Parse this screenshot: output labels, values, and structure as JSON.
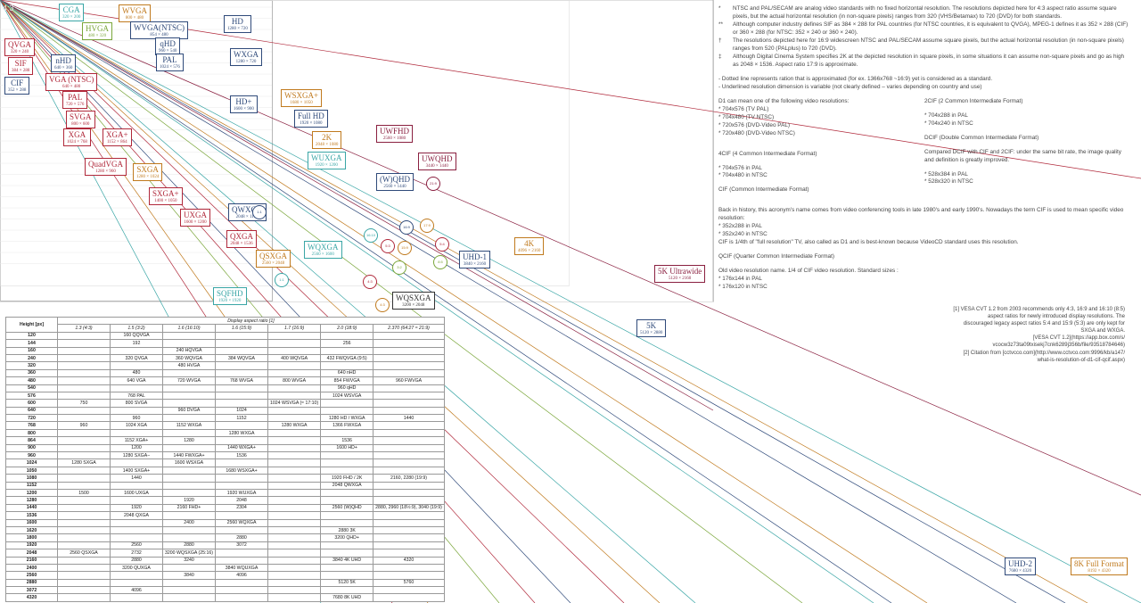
{
  "watermark": "4:3",
  "boxes": [
    {
      "name": "CGA",
      "res": "320 × 200",
      "color": "#3aa6a6"
    },
    {
      "name": "WVGA",
      "res": "800 × 480",
      "color": "#c07a1e"
    },
    {
      "name": "HVGA",
      "res": "480 × 320",
      "color": "#7aa63a"
    },
    {
      "name": "WVGA(NTSC)",
      "res": "854 × 480",
      "color": "#2f4a7a"
    },
    {
      "name": "HD",
      "res": "1280 × 720",
      "color": "#2f4a7a"
    },
    {
      "name": "QVGA",
      "res": "320 × 240",
      "color": "#b0283a"
    },
    {
      "name": "qHD",
      "res": "960 × 540",
      "color": "#2f4a7a"
    },
    {
      "name": "PAL",
      "res": "1024 × 576",
      "color": "#2f4a7a"
    },
    {
      "name": "WXGA",
      "res": "1280 × 720",
      "color": "#2f4a7a"
    },
    {
      "name": "SIF",
      "res": "384 × 288",
      "color": "#b0283a"
    },
    {
      "name": "nHD",
      "res": "640 × 360",
      "color": "#2f4a7a"
    },
    {
      "name": "CIF",
      "res": "352 × 288",
      "color": "#2f4a7a"
    },
    {
      "name": "VGA (NTSC)",
      "res": "640 × 480",
      "color": "#b0283a"
    },
    {
      "name": "PAL",
      "res": "720 × 576",
      "color": "#b0283a"
    },
    {
      "name": "HD+",
      "res": "1600 × 900",
      "color": "#2f4a7a"
    },
    {
      "name": "WSXGA+",
      "res": "1680 × 1050",
      "color": "#c07a1e"
    },
    {
      "name": "SVGA",
      "res": "800 × 600",
      "color": "#b0283a"
    },
    {
      "name": "Full HD",
      "res": "1920 × 1080",
      "color": "#2f4a7a"
    },
    {
      "name": "XGA",
      "res": "1024 × 768",
      "color": "#b0283a"
    },
    {
      "name": "XGA+",
      "res": "1152 × 864",
      "color": "#b0283a"
    },
    {
      "name": "UWFHD",
      "res": "2560 × 1080",
      "color": "#8a2040"
    },
    {
      "name": "2K",
      "res": "2048 × 1080",
      "color": "#c07a1e"
    },
    {
      "name": "QuadVGA",
      "res": "1280 × 960",
      "color": "#b0283a"
    },
    {
      "name": "UWQHD",
      "res": "3440 × 1440",
      "color": "#8a2040"
    },
    {
      "name": "WUXGA",
      "res": "1920 × 1200",
      "color": "#3aa6a6"
    },
    {
      "name": "SXGA",
      "res": "1280 × 1024",
      "color": "#c07a1e"
    },
    {
      "name": "(W)QHD",
      "res": "2560 × 1440",
      "color": "#2f4a7a"
    },
    {
      "name": "SXGA+",
      "res": "1400 × 1050",
      "color": "#b0283a"
    },
    {
      "name": "QWXGA",
      "res": "2048 × 1152",
      "color": "#2f4a7a"
    },
    {
      "name": "UXGA",
      "res": "1600 × 1200",
      "color": "#b0283a"
    },
    {
      "name": "QXGA",
      "res": "2048 × 1536",
      "color": "#b0283a"
    },
    {
      "name": "WQXGA",
      "res": "2560 × 1600",
      "color": "#3aa6a6"
    },
    {
      "name": "4K",
      "res": "4096 × 2160",
      "color": "#c07a1e"
    },
    {
      "name": "QSXGA",
      "res": "2560 × 2048",
      "color": "#c07a1e"
    },
    {
      "name": "UHD-1",
      "res": "3840 × 2160",
      "color": "#2f4a7a"
    },
    {
      "name": "5K Ultrawide",
      "res": "5120 × 2160",
      "color": "#8a2040"
    },
    {
      "name": "SQFHD",
      "res": "1920 × 1920",
      "color": "#3aa6a6"
    },
    {
      "name": "WQSXGA",
      "res": "3200 × 2048",
      "color": "#333333"
    },
    {
      "name": "5K",
      "res": "5120 × 2880",
      "color": "#2f4a7a"
    },
    {
      "name": "UHD-2",
      "res": "7680 × 4320",
      "color": "#2f4a7a"
    },
    {
      "name": "8K Full Format",
      "res": "8192 × 4320",
      "color": "#c07a1e"
    }
  ],
  "ratios": [
    "21:9",
    "17:9",
    "16:10",
    "16:9",
    "5:3",
    "15:9",
    "8:5",
    "4:3",
    "3:2",
    "5:4",
    "1:1",
    "4:3",
    "1:1"
  ],
  "notes": {
    "footnotes": [
      {
        "mark": "*",
        "text": "NTSC and PAL/SECAM are analog video standards with no fixed horizontal resolution. The resolutions depicted here for 4:3 aspect ratio assume square pixels, but the actual horizontal resolution (in non-square pixels) ranges from 320 (VHS/Betamax) to 720 (DVD) for both standards."
      },
      {
        "mark": "**",
        "text": "Although computer industry defines SIF as 384 × 288 for PAL countries (for NTSC countries, it is equivalent to QVGA), MPEG-1 defines it as 352 × 288 (CIF) or 360 × 288 (for NTSC: 352 × 240 or 360 × 240)."
      },
      {
        "mark": "†",
        "text": "The resolutions depicted here for 16:9 widescreen NTSC and PAL/SECAM assume square pixels, but the actual horizontal resolution (in non-square pixels) ranges from 520 (PALplus) to 720 (DVD)."
      },
      {
        "mark": "‡",
        "text": "Although Digital Cinema System specifies 2K at the depicted resolution in square pixels, in some situations it can assume non-square pixels and go as high as 2048 × 1536. Aspect ratio 17:9 is approximate."
      }
    ],
    "legend1": "- Dotted line represents ration that is approximated (for ex. 1366x768 ~16:9) yet is considered as a standard.",
    "legend2": "- Underlined resolution dimension is variable (not clearly defined – varies depending on country and use)",
    "d1_intro": "D1 can mean one of the following video resolutions:",
    "d1_items": [
      "* 704x576 (TV PAL)",
      "* 704x480 (TV NTSC)",
      "* 720x576 (DVD-Video PAL)",
      "* 720x480 (DVD-Video NTSC)"
    ],
    "cif2_title": "2CIF (2 Common Intermediate Format)",
    "cif2_items": [
      "* 704x288 in PAL",
      "* 704x240 in NTSC"
    ],
    "dcif_title": "DCIF (Double Common Intermediate Format)",
    "cif4_title": "4CIF (4 Common Intermediate Format)",
    "cif4_items": [
      "* 704x576 in PAL",
      "* 704x480 in NTSC"
    ],
    "dcif_text": "Compared DCIF with CIF and 2CIF: under the same bit rate, the image quality and definition is greatly improved.",
    "cif_title": "CIF (Common Intermediate Format)",
    "cif_right_items": [
      "* 528x384 in PAL",
      "* 528x320 in NTSC"
    ],
    "history": "Back in history, this acronym's name comes from video conferencing tools in late 1980's and early 1990's. Nowadays the term CIF is used to mean specific video resolution:",
    "history_items": [
      "* 352x288 in PAL",
      "* 352x240 in NTSC"
    ],
    "history_tail": "CIF is 1/4th of \"full resolution\" TV, also called as D1 and is best-known because VideoCD standard uses this resolution.",
    "qcif_title": "QCIF (Quarter Common Intermediate Format)",
    "qcif_text": "Old video resolution name. 1/4 of CIF video resolution. Standard sizes :",
    "qcif_items": [
      "* 176x144 in PAL",
      "* 176x120 in NTSC"
    ]
  },
  "refs": [
    "[1] VESA CVT 1.2 from 2003 recommends only 4:3, 16:9 and 16:10 (8:5)",
    "aspect ratios for newly introduced display resolutions. The",
    "discouraged legacy aspect ratios 5:4 and 15:9 (5:3) are only kept for",
    "SXGA and WXGA.",
    "[VESA CVT 1.2](https://app.box.com/s/",
    "vcocw3z73ta09txisekj7cnk6289j356b/file/93518784646)",
    "[2] Citation from [cctvcco.com](http://www.cctvco.com:9996/kb/a147/",
    "what-is-resolution-of-d1-cif-qcif.aspx)"
  ],
  "table": {
    "height_label": "Height [px]",
    "group_label": "Display aspect ratio [1]",
    "columns": [
      "1.3 (4:3)",
      "1.5 (3:2)",
      "1.6 (16:10)",
      "1.6 (15:9)",
      "1.7 (16:9)",
      "2.0 (18:9)",
      "2.370 (64:27 ≈ 21:9)"
    ],
    "rows": [
      [
        "120",
        "",
        "160 QQVGA",
        "",
        "",
        "",
        "",
        ""
      ],
      [
        "144",
        "",
        "192",
        "",
        "",
        "",
        "256",
        ""
      ],
      [
        "160",
        "",
        "",
        "240 HQVGA",
        "",
        "",
        "",
        ""
      ],
      [
        "240",
        "",
        "320 QVGA",
        "360 WQVGA",
        "384 WQVGA",
        "400 WQVGA",
        "432 FWQVGA (9:5)",
        ""
      ],
      [
        "320",
        "",
        "",
        "480 HVGA",
        "",
        "",
        "",
        ""
      ],
      [
        "360",
        "",
        "480",
        "",
        "",
        "",
        "640 nHD",
        ""
      ],
      [
        "480",
        "",
        "640 VGA",
        "720 WVGA",
        "768 WVGA",
        "800 WVGA",
        "854 FWVGA",
        "960 FWVGA"
      ],
      [
        "540",
        "",
        "",
        "",
        "",
        "",
        "960 qHD",
        ""
      ],
      [
        "576",
        "",
        "768 PAL",
        "",
        "",
        "",
        "1024 WSVGA",
        ""
      ],
      [
        "600",
        "750",
        "800 SVGA",
        "",
        "",
        "1024 WSVGA (≈ 17:10)",
        "",
        ""
      ],
      [
        "640",
        "",
        "",
        "960 DVGA",
        "1024",
        "",
        "",
        ""
      ],
      [
        "720",
        "",
        "960",
        "",
        "1152",
        "",
        "1280 HD / WXGA",
        "1440"
      ],
      [
        "768",
        "960",
        "1024 XGA",
        "1152 WXGA",
        "",
        "1280 WXGA",
        "1366 FWXGA",
        ""
      ],
      [
        "800",
        "",
        "",
        "",
        "1280 WXGA",
        "",
        "",
        ""
      ],
      [
        "864",
        "",
        "1152 XGA+",
        "1280",
        "",
        "",
        "1536",
        ""
      ],
      [
        "900",
        "",
        "1200",
        "",
        "1440 WXGA+",
        "",
        "1600 HD+",
        ""
      ],
      [
        "960",
        "",
        "1280 SXGA−",
        "1440 FWXGA+",
        "1536",
        "",
        "",
        ""
      ],
      [
        "1024",
        "1280 SXGA",
        "",
        "1600 WSXGA",
        "",
        "",
        "",
        ""
      ],
      [
        "1050",
        "",
        "1400 SXGA+",
        "",
        "1680 WSXGA+",
        "",
        "",
        ""
      ],
      [
        "1080",
        "",
        "1440",
        "",
        "",
        "",
        "1920 FHD / 2K",
        "2160, 2280 (19:9)"
      ],
      [
        "1152",
        "",
        "",
        "",
        "",
        "",
        "2048 QWXGA",
        ""
      ],
      [
        "1200",
        "1500",
        "1600 UXGA",
        "",
        "1920 WUXGA",
        "",
        "",
        ""
      ],
      [
        "1280",
        "",
        "",
        "1920",
        "2048",
        "",
        "",
        ""
      ],
      [
        "1440",
        "",
        "1920",
        "2160 FHD+",
        "2304",
        "",
        "2560 (W)QHD",
        "2880, 2960 (18½:9), 3040 (19:9)"
      ],
      [
        "1536",
        "",
        "2048 QXGA",
        "",
        "",
        "",
        "",
        ""
      ],
      [
        "1600",
        "",
        "",
        "2400",
        "2560 WQXGA",
        "",
        "",
        ""
      ],
      [
        "1620",
        "",
        "",
        "",
        "",
        "",
        "2880 3K",
        ""
      ],
      [
        "1800",
        "",
        "",
        "",
        "2880",
        "",
        "3200 QHD+",
        ""
      ],
      [
        "1920",
        "",
        "2560",
        "2880",
        "3072",
        "",
        "",
        ""
      ],
      [
        "2048",
        "2560 QSXGA",
        "2732",
        "3200 WQSXGA (25:16)",
        "",
        "",
        "",
        ""
      ],
      [
        "2160",
        "",
        "2880",
        "3240",
        "",
        "",
        "3840 4K UHD",
        "4320"
      ],
      [
        "2400",
        "",
        "3200 QUXGA",
        "",
        "3840 WQUXGA",
        "",
        "",
        ""
      ],
      [
        "2560",
        "",
        "",
        "3840",
        "4096",
        "",
        "",
        ""
      ],
      [
        "2880",
        "",
        "",
        "",
        "",
        "",
        "5120 5K",
        "5760"
      ],
      [
        "3072",
        "",
        "4096",
        "",
        "",
        "",
        "",
        ""
      ],
      [
        "4320",
        "",
        "",
        "",
        "",
        "",
        "7680 8K UHD",
        ""
      ]
    ]
  }
}
